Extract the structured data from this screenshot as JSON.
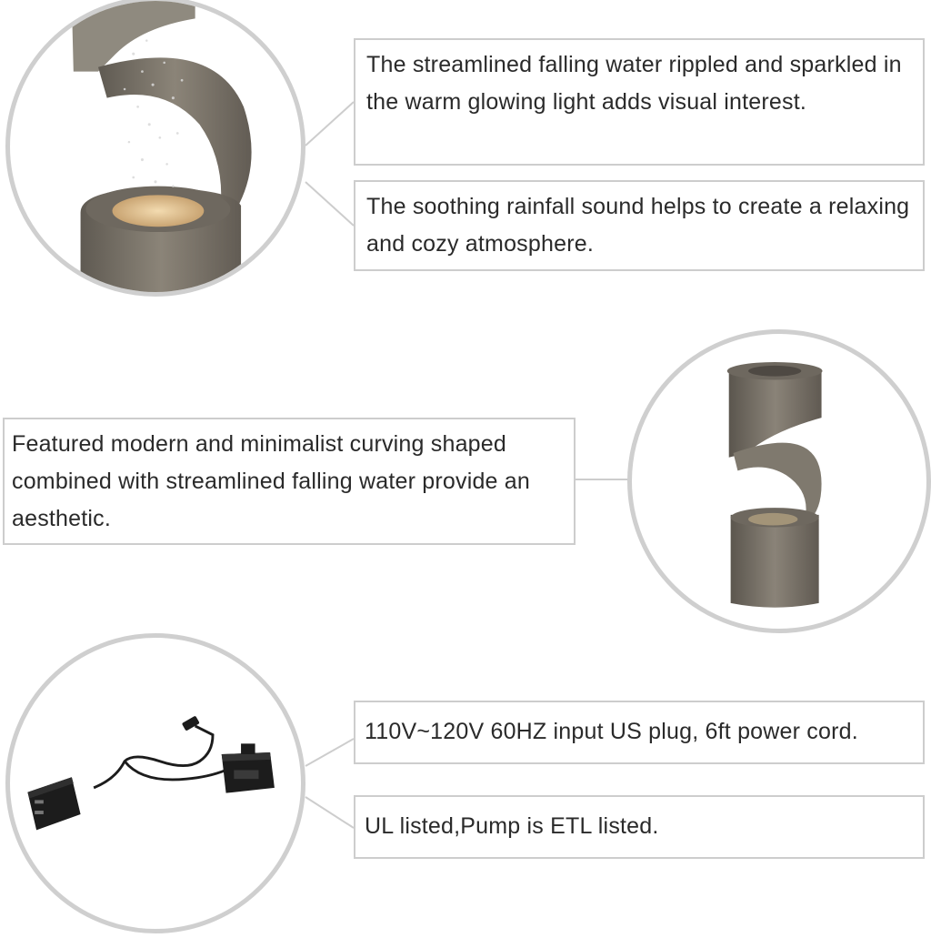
{
  "colors": {
    "background": "#ffffff",
    "circle_border": "#cfcfcf",
    "box_border": "#cdcdcd",
    "text": "#2a2a2a",
    "stone_light": "#8a8378",
    "stone_dark": "#5e5851",
    "glow": "#e6c79a",
    "adapter": "#1c1c1c"
  },
  "sections": [
    {
      "image": "fountain-closeup-rainfall",
      "callouts": [
        {
          "text": "The streamlined falling water rippled and sparkled in the warm glowing light adds visual interest."
        },
        {
          "text": "The soothing rainfall sound helps to create a relaxing and cozy atmosphere."
        }
      ]
    },
    {
      "image": "fountain-full-spiral",
      "callouts": [
        {
          "text": "Featured modern and minimalist curving shaped combined with streamlined falling water provide an aesthetic."
        }
      ]
    },
    {
      "image": "power-adapter-and-pump",
      "callouts": [
        {
          "text": "110V~120V 60HZ input US plug, 6ft power cord."
        },
        {
          "text": "UL listed,Pump is ETL listed."
        }
      ]
    }
  ]
}
